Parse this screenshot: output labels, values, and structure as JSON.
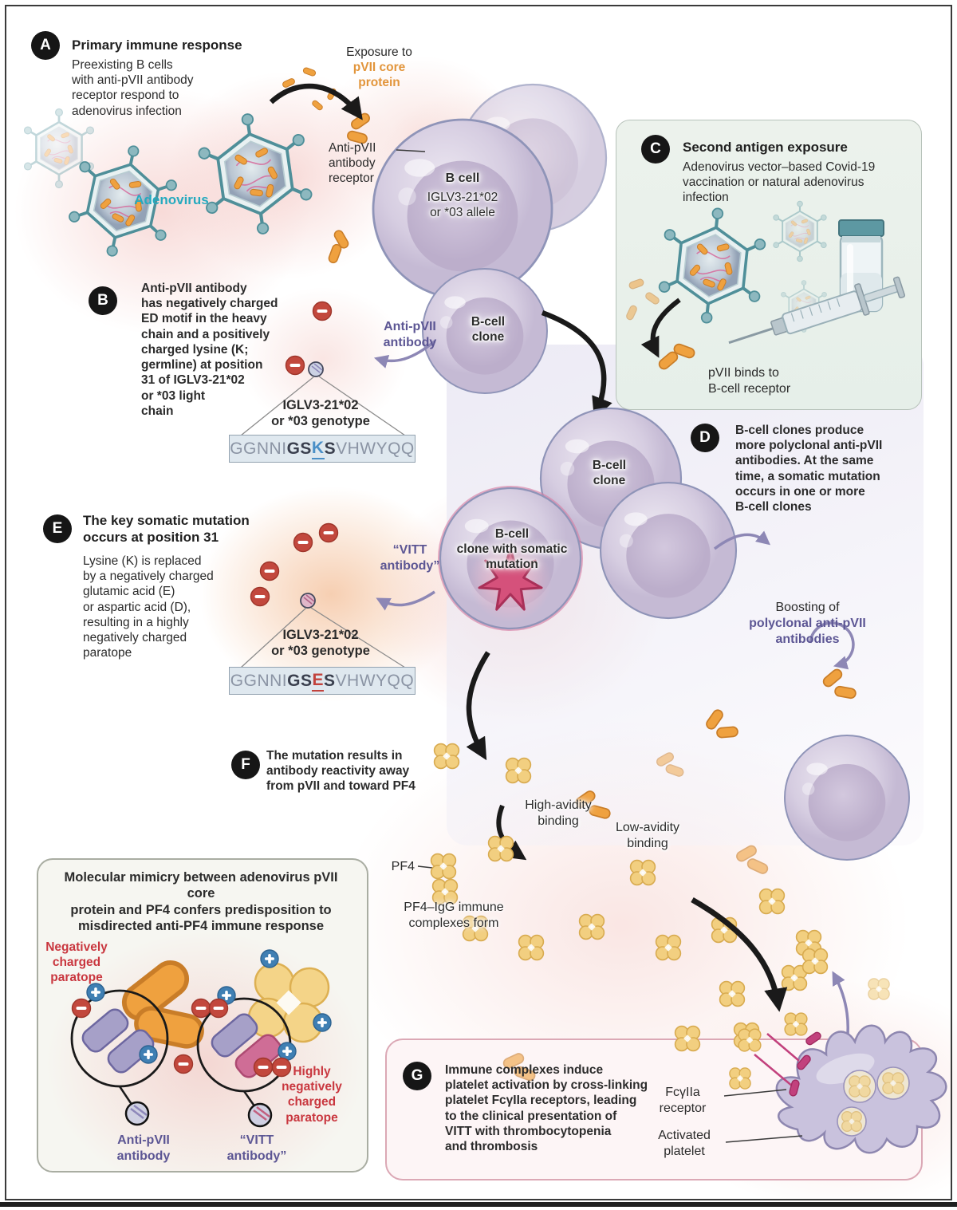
{
  "panels": {
    "a": {
      "letter": "A",
      "title": "Primary immune response",
      "body": "Preexisting B cells\nwith anti-pVII antibody\nreceptor respond to\nadenovirus infection"
    },
    "b": {
      "letter": "B",
      "body": "Anti-pVII antibody\nhas negatively charged\nED motif in the heavy\nchain and a positively\ncharged lysine (K;\ngermline) at position\n31 of IGLV3-21*02\nor *03 light\nchain"
    },
    "c": {
      "letter": "C",
      "title": "Second antigen exposure",
      "body": "Adenovirus vector–based Covid-19\nvaccination or natural adenovirus\ninfection",
      "note": "pVII binds to\nB-cell receptor"
    },
    "d": {
      "letter": "D",
      "body": "B-cell clones produce\nmore polyclonal anti-pVII\nantibodies. At the same\ntime, a somatic mutation\noccurs in one or more\nB-cell clones"
    },
    "e": {
      "letter": "E",
      "title": "The key somatic mutation\noccurs at position 31",
      "body": "Lysine (K) is replaced\nby a negatively charged\nglutamic acid (E)\nor aspartic acid (D),\nresulting in a highly\nnegatively charged\nparatope"
    },
    "f": {
      "letter": "F",
      "body": "The mutation results in\nantibody reactivity away\nfrom pVII and toward PF4"
    },
    "g": {
      "letter": "G",
      "body": "Immune complexes induce\nplatelet activation by cross-linking\nplatelet FcγIIa receptors, leading\nto the clinical presentation of\nVITT with thrombocytopenia\nand thrombosis"
    }
  },
  "labels": {
    "adenovirus": "Adenovirus",
    "exposure_1": "Exposure to",
    "exposure_2": "pVII core\nprotein",
    "receptor": "Anti-pVII\nantibody\nreceptor",
    "b_cell": "B cell",
    "b_cell_allele": "IGLV3-21*02\nor *03 allele",
    "anti_pvii_ab": "Anti-pVII\nantibody",
    "genotype": "IGLV3-21*02\nor *03 genotype",
    "pvii_binds": "pVII binds to\nB-cell receptor",
    "b_cell_clone": "B-cell\nclone",
    "b_cell_clone_mut": "B-cell\nclone with somatic\nmutation",
    "vitt_ab": "“VITT\nantibody”",
    "boosting_1": "Boosting of",
    "boosting_2": "polyclonal anti-pVII\nantibodies",
    "high_avidity": "High-avidity\nbinding",
    "low_avidity": "Low-avidity\nbinding",
    "pf4": "PF4",
    "pf4_complexes": "PF4–IgG immune\ncomplexes form",
    "fcy": "FcγIIa\nreceptor",
    "activated": "Activated\nplatelet",
    "neg_paratope": "Negatively\ncharged\nparatope",
    "highly_neg": "Highly\nnegatively\ncharged\nparatope",
    "anti_pvii_ab2": "Anti-pVII\nantibody",
    "vitt_ab2": "“VITT\nantibody”"
  },
  "sequences": {
    "germline": {
      "pre": "GGNNI",
      "b1": "GS",
      "mut": "K",
      "b2": "S",
      "post": "VHWYQQ"
    },
    "vitt": {
      "pre": "GGNNI",
      "b1": "GS",
      "mut": "E",
      "b2": "S",
      "post": "VHWYQQ"
    }
  },
  "mimicry": {
    "title": "Molecular mimicry between adenovirus pVII core\nprotein and PF4 confers predisposition to\nmisdirected anti-PF4 immune response"
  },
  "colors": {
    "pvii_orange": "#efa13f",
    "antibody_purple": "#8e88ba",
    "vitt_pink": "#c2417d",
    "adenovirus_teal": "#4f8f99",
    "pf4_yellow": "#f2cf80",
    "minus_red": "#c2483d",
    "plus_blue": "#3f7fb3",
    "cell_lavender": "#cfc5db",
    "panel_c_green": "#ecf2ec",
    "panel_g_pink": "#fdf5f6"
  }
}
